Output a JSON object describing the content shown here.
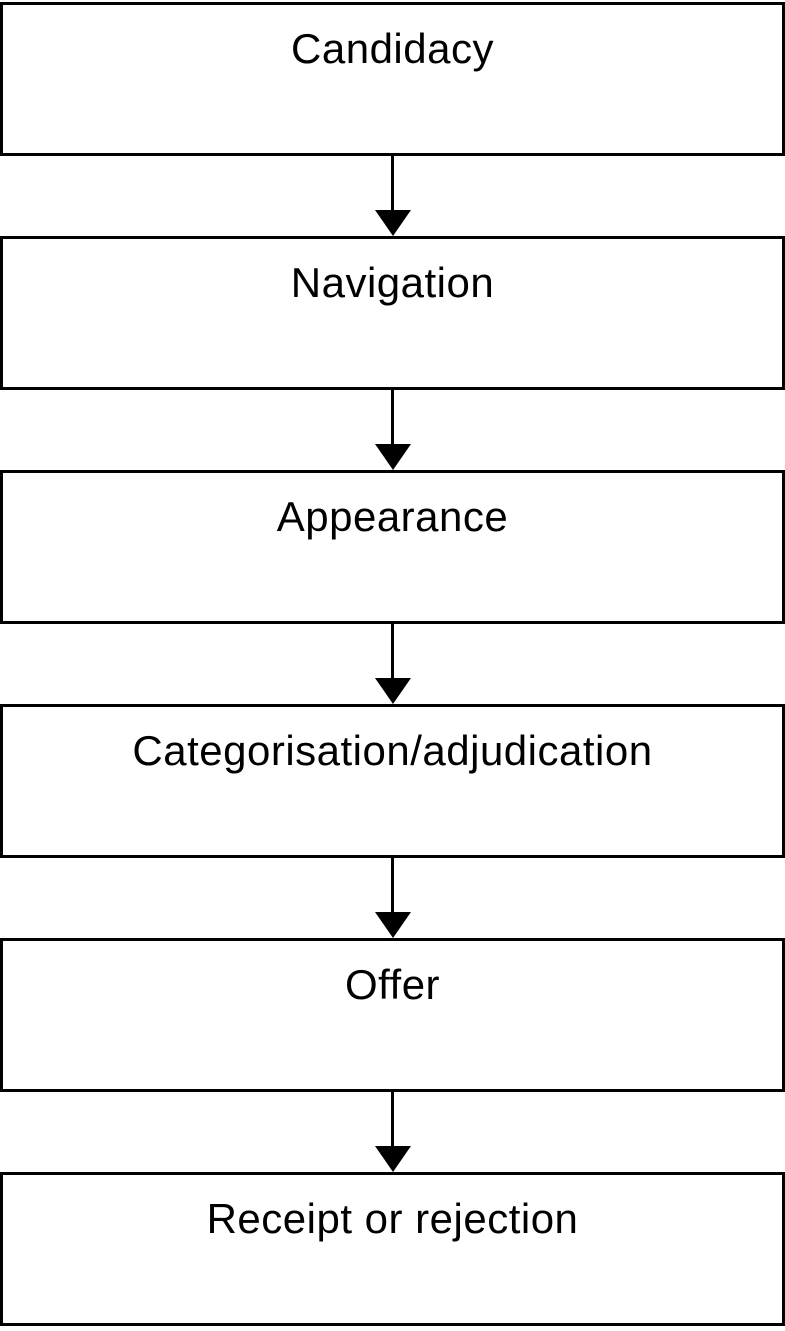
{
  "flowchart": {
    "type": "vertical-flow-diagram",
    "colors": {
      "line": "#000000",
      "fill": "#ffffff",
      "text": "#000000"
    },
    "nodes": [
      {
        "label": "Candidacy"
      },
      {
        "label": "Navigation"
      },
      {
        "label": "Appearance"
      },
      {
        "label": "Categorisation/adjudication"
      },
      {
        "label": "Offer"
      },
      {
        "label": "Receipt or rejection"
      }
    ],
    "connections": [
      {
        "from": "Candidacy",
        "to": "Navigation",
        "style": "arrow-down"
      },
      {
        "from": "Navigation",
        "to": "Appearance",
        "style": "arrow-down"
      },
      {
        "from": "Appearance",
        "to": "Categorisation/adjudication",
        "style": "arrow-down"
      },
      {
        "from": "Categorisation/adjudication",
        "to": "Offer",
        "style": "arrow-down"
      },
      {
        "from": "Offer",
        "to": "Receipt or rejection",
        "style": "arrow-down"
      }
    ]
  }
}
